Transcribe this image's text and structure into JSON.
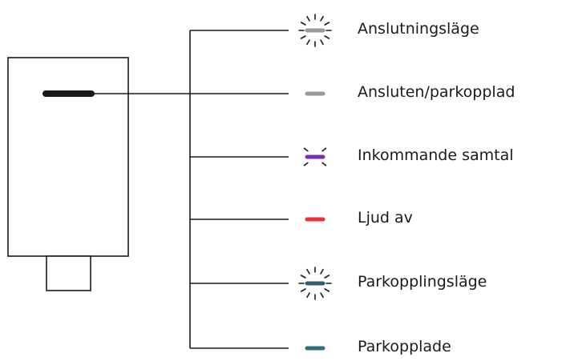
{
  "states": [
    {
      "label": "Anslutningsläge",
      "led_color": "#9a9a9a",
      "indicator": "pulsing",
      "dashes": 12
    },
    {
      "label": "Ansluten/parkopplad",
      "led_color": "#9a9a9a",
      "indicator": "solid"
    },
    {
      "label": "Inkommande samtal",
      "led_color": "#7b2fb0",
      "indicator": "flashing",
      "dashes": 4
    },
    {
      "label": "Ljud av",
      "led_color": "#e8313a",
      "indicator": "solid"
    },
    {
      "label": "Parkopplingsläge",
      "led_color": "#2f5e73",
      "indicator": "pulsing",
      "dashes": 12
    },
    {
      "label": "Parkopplade",
      "led_color": "#2f6f7a",
      "indicator": "solid"
    }
  ],
  "device": {
    "led_color": "#1a1a1a"
  },
  "line_color": "#1a1a1a"
}
